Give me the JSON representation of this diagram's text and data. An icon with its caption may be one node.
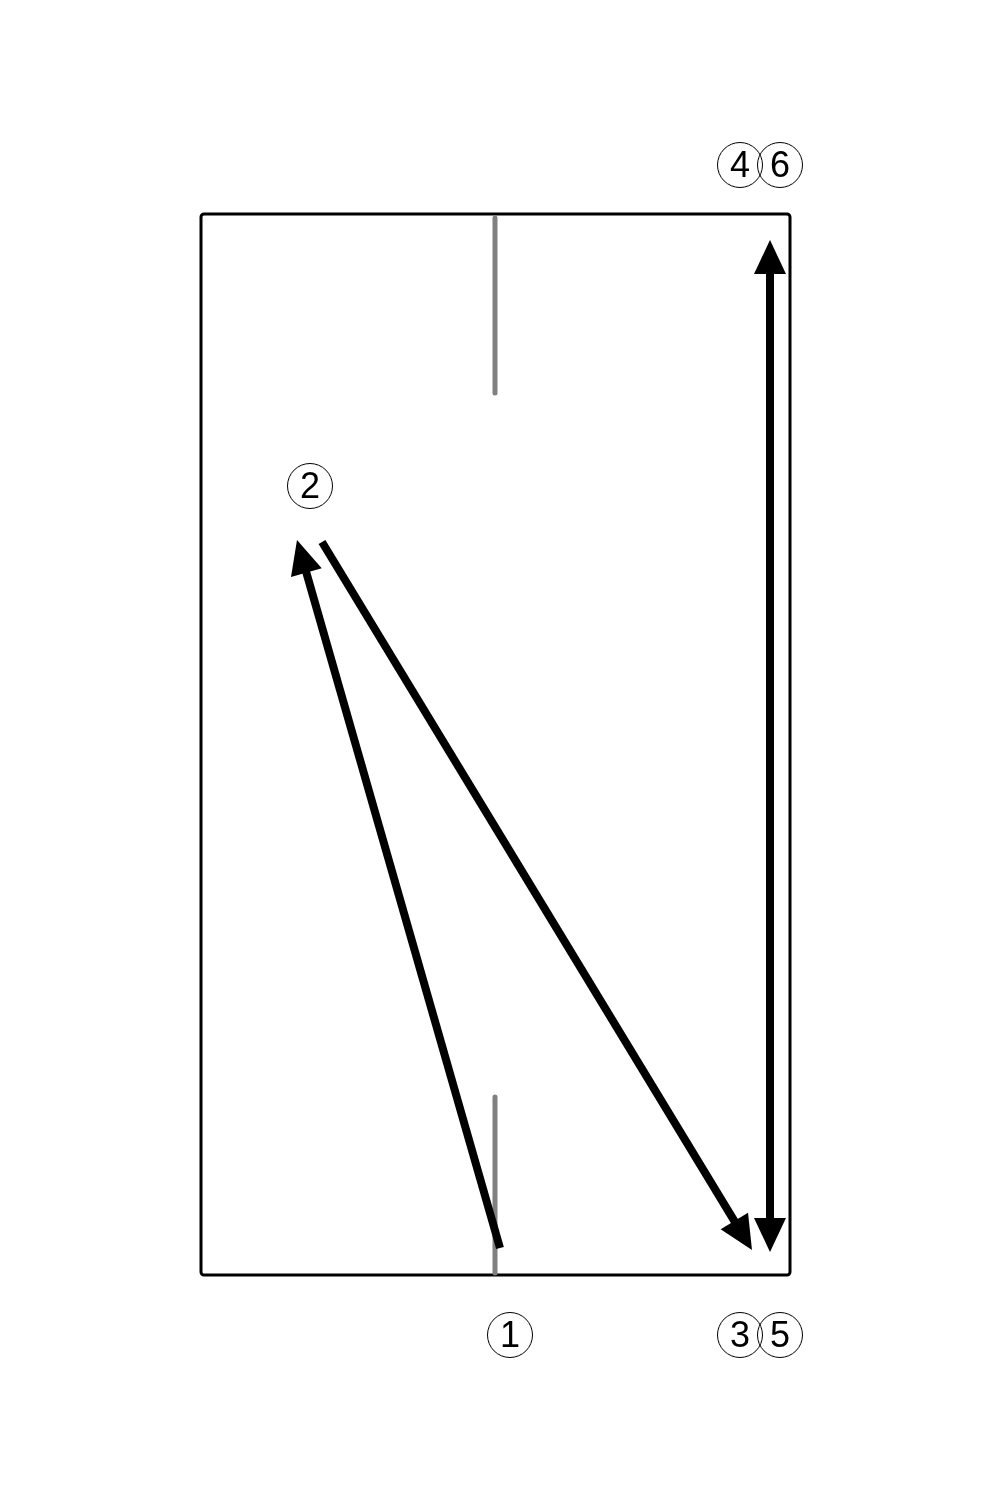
{
  "diagram": {
    "labels": [
      "4",
      "6",
      "2",
      "1",
      "3",
      "5"
    ]
  }
}
